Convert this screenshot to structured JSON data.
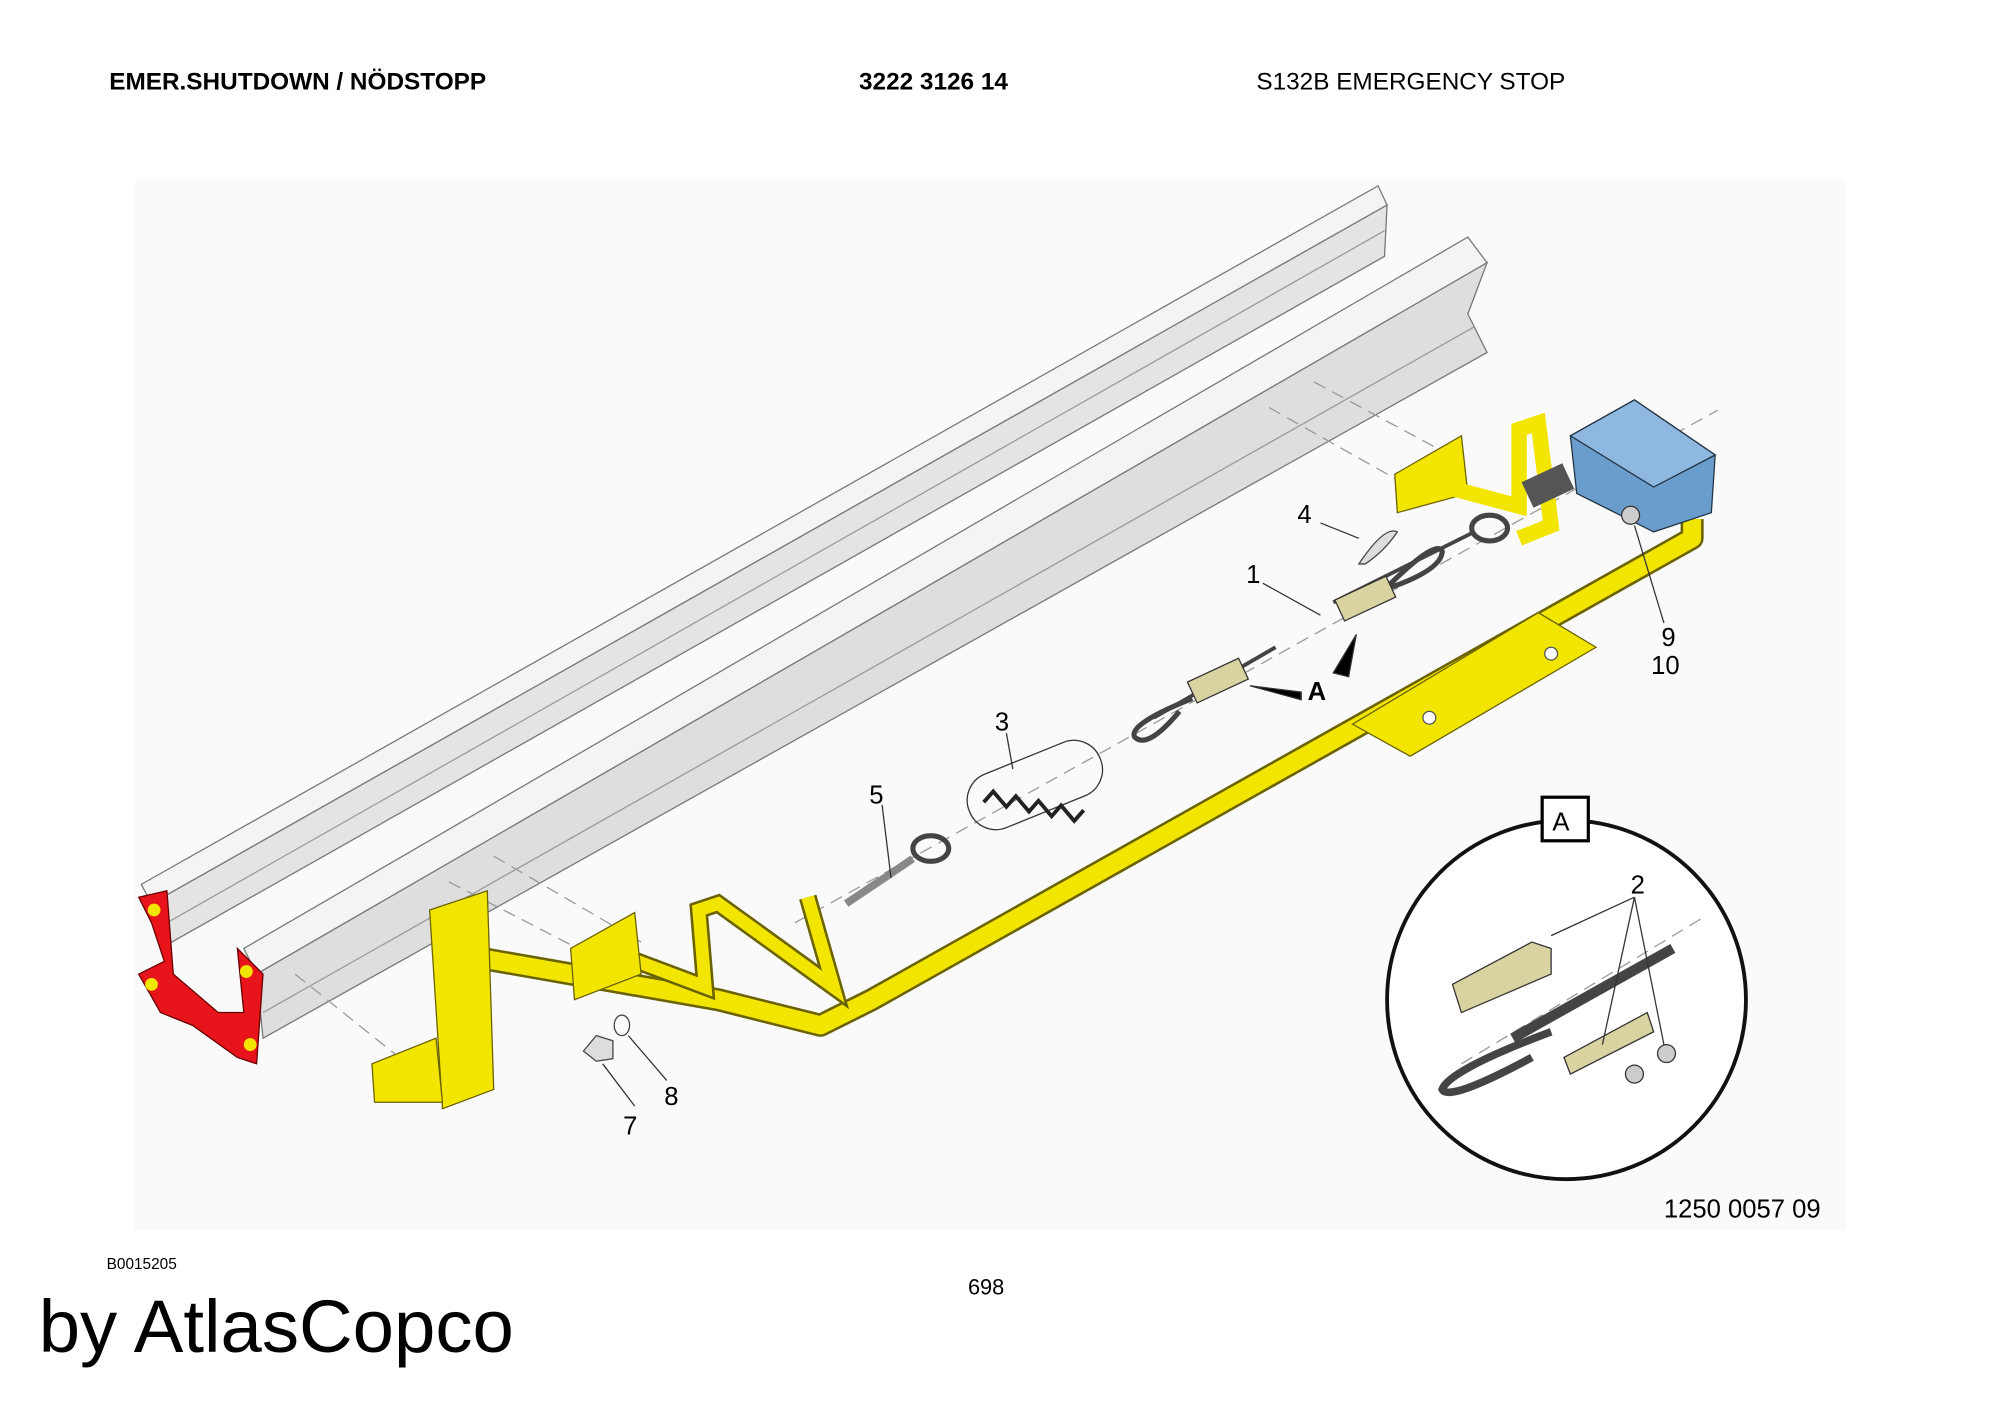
{
  "header": {
    "section_title": "EMER.SHUTDOWN / NÖDSTOPP",
    "part_number": "3222 3126 14",
    "assembly_title": "S132B EMERGENCY STOP"
  },
  "drawing": {
    "drawing_number": "1250 0057 09",
    "detail_label": "A",
    "detail_marker": "A",
    "callouts": [
      "1",
      "2",
      "3",
      "4",
      "5",
      "7",
      "8",
      "9",
      "10"
    ],
    "colors": {
      "frame": "#f2e600",
      "bracket": "#e8141c",
      "switch": "#6a9ccc",
      "clamp": "#d8d3a0"
    }
  },
  "footer": {
    "reference_code": "B0015205",
    "page_number": "698",
    "watermark": "by AtlasCopco"
  }
}
